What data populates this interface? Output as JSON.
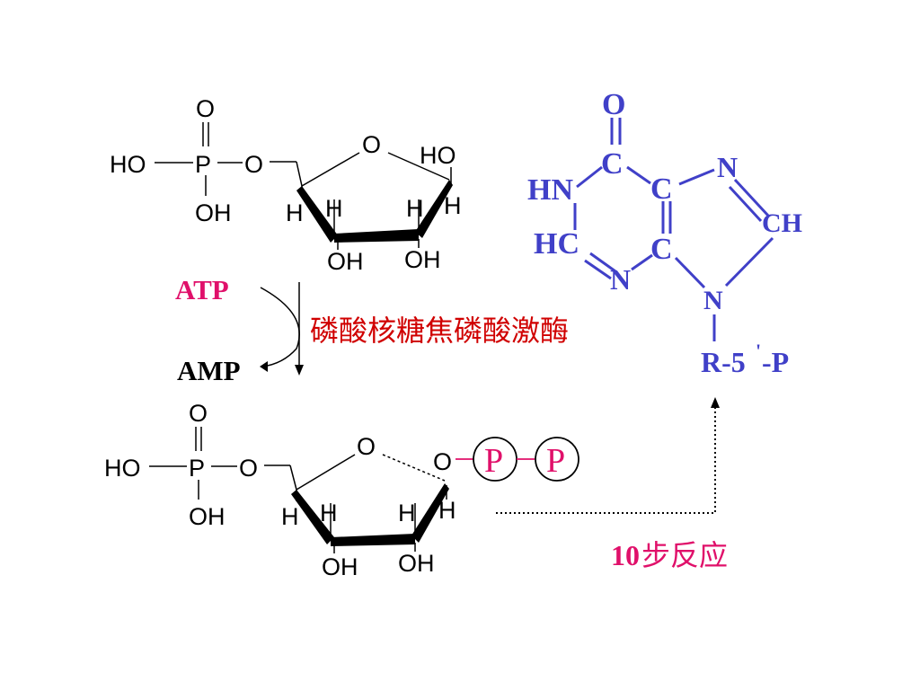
{
  "sugar_top": {
    "phosphate_O_double": "O",
    "HO": "HO",
    "P": "P",
    "O_link": "O",
    "OH_p": "OH",
    "ring_O": "O",
    "HO_c1": "HO",
    "H_c1_low": "H",
    "H_c4": "H",
    "H_c3": "H",
    "H_c2": "H",
    "OH_c3": "OH",
    "OH_c2": "OH"
  },
  "reaction": {
    "reagent_in": "ATP",
    "reagent_out": "AMP",
    "enzyme": "磷酸核糖焦磷酸激酶"
  },
  "sugar_bottom": {
    "phosphate_O_double": "O",
    "HO": "HO",
    "P": "P",
    "O_link": "O",
    "OH_p": "OH",
    "ring_O": "O",
    "O_c1": "O",
    "H_c4": "H",
    "H_c3": "H",
    "H_c2": "H",
    "H_c1": "H",
    "OH_c3": "OH",
    "OH_c2": "OH",
    "pp_1": "P",
    "pp_2": "P"
  },
  "pathway": {
    "steps_number": "10",
    "steps_text": "步反应"
  },
  "imp": {
    "O_top": "O",
    "C_carbonyl": "C",
    "HN": "HN",
    "C_fused_top": "C",
    "N_7": "N",
    "CH_8": "CH",
    "HC_2": "HC",
    "N_3": "N",
    "C_fused_bottom": "C",
    "N_9": "N",
    "R_label": "R-5",
    "prime": "'",
    "P_label": "-P"
  },
  "colors": {
    "structure": "#000000",
    "imp_blue": "#4040c8",
    "reagent_magenta": "#e0106a",
    "enzyme_red": "#d00000"
  }
}
